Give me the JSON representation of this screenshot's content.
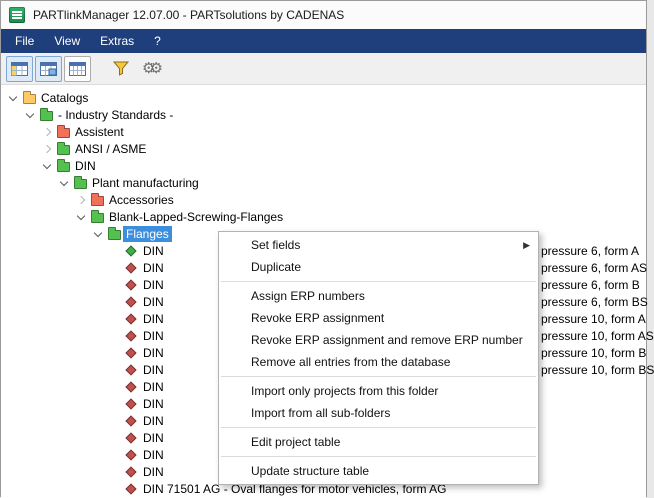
{
  "window": {
    "title": "PARTlinkManager 12.07.00 - PARTsolutions by CADENAS"
  },
  "menubar": {
    "items": [
      {
        "label": "File"
      },
      {
        "label": "View"
      },
      {
        "label": "Extras"
      },
      {
        "label": "?"
      }
    ]
  },
  "toolbar": {
    "buttons": [
      {
        "icon": "table-link-icon"
      },
      {
        "icon": "table-view-icon"
      },
      {
        "icon": "table-structure-icon"
      },
      {
        "icon": "funnel-icon"
      },
      {
        "icon": "gears-icon",
        "glyph": "⚙⚙"
      }
    ]
  },
  "tree": {
    "items": [
      {
        "label": "Catalogs",
        "level": 0,
        "state": "expanded",
        "icon": "folder-yellow"
      },
      {
        "label": "- Industry Standards -",
        "level": 1,
        "state": "expanded",
        "icon": "folder-green"
      },
      {
        "label": "Assistent",
        "level": 2,
        "state": "collapsed",
        "icon": "folder-red"
      },
      {
        "label": "ANSI / ASME",
        "level": 2,
        "state": "collapsed",
        "icon": "folder-green"
      },
      {
        "label": "DIN",
        "level": 2,
        "state": "expanded",
        "icon": "folder-green"
      },
      {
        "label": "Plant manufacturing",
        "level": 3,
        "state": "expanded",
        "icon": "folder-green"
      },
      {
        "label": "Accessories",
        "level": 4,
        "state": "collapsed",
        "icon": "folder-red"
      },
      {
        "label": "Blank-Lapped-Screwing-Flanges",
        "level": 4,
        "state": "expanded",
        "icon": "folder-green"
      },
      {
        "label": "Flanges",
        "level": 5,
        "state": "expanded",
        "icon": "folder-green",
        "selected": true
      }
    ],
    "parts": [
      {
        "prefix": "DIN",
        "fragment": "pressure 6, form A",
        "icon": "part-green"
      },
      {
        "prefix": "DIN",
        "fragment": "pressure 6, form AS",
        "icon": "part-red"
      },
      {
        "prefix": "DIN",
        "fragment": "pressure 6, form B",
        "icon": "part-red"
      },
      {
        "prefix": "DIN",
        "fragment": "pressure 6, form BS",
        "icon": "part-red"
      },
      {
        "prefix": "DIN",
        "fragment": "pressure 10, form A",
        "icon": "part-red"
      },
      {
        "prefix": "DIN",
        "fragment": "pressure 10, form AS",
        "icon": "part-red"
      },
      {
        "prefix": "DIN",
        "fragment": "pressure 10, form B",
        "icon": "part-red"
      },
      {
        "prefix": "DIN",
        "fragment": "pressure 10, form BS",
        "icon": "part-red"
      },
      {
        "prefix": "DIN",
        "fragment": "",
        "icon": "part-red"
      },
      {
        "prefix": "DIN",
        "fragment": "",
        "icon": "part-red"
      },
      {
        "prefix": "DIN",
        "fragment": "",
        "icon": "part-red"
      },
      {
        "prefix": "DIN",
        "fragment": "",
        "icon": "part-red"
      },
      {
        "prefix": "DIN",
        "fragment": "",
        "icon": "part-red"
      },
      {
        "prefix": "DIN",
        "fragment": "",
        "icon": "part-red"
      },
      {
        "prefix": "DIN 71501 AG - Oval flanges for motor vehicles, form AG",
        "fragment": "",
        "icon": "part-red"
      }
    ]
  },
  "context_menu": {
    "submenu_arrow": "▶",
    "items": [
      {
        "type": "item",
        "label": "Set fields",
        "submenu": true
      },
      {
        "type": "item",
        "label": "Duplicate"
      },
      {
        "type": "separator",
        "label": ""
      },
      {
        "type": "item",
        "label": "Assign ERP numbers"
      },
      {
        "type": "item",
        "label": "Revoke ERP assignment"
      },
      {
        "type": "item",
        "label": "Revoke ERP assignment and remove ERP number"
      },
      {
        "type": "item",
        "label": "Remove all entries from the database"
      },
      {
        "type": "separator",
        "label": ""
      },
      {
        "type": "item",
        "label": "Import only projects from this folder"
      },
      {
        "type": "item",
        "label": "Import from all sub-folders"
      },
      {
        "type": "separator",
        "label": ""
      },
      {
        "type": "item",
        "label": "Edit project table"
      },
      {
        "type": "separator",
        "label": ""
      },
      {
        "type": "item",
        "label": "Update structure table"
      }
    ]
  },
  "colors": {
    "menubar_bg": "#1f3e7c",
    "toolbar_bg": "#f0f0f0",
    "selection_bg": "#3e8ede",
    "folder_yellow": "#ffc966",
    "folder_green": "#54c04f",
    "folder_red": "#f2705a",
    "part_green": "#3fae49",
    "part_red": "#c0504d"
  }
}
